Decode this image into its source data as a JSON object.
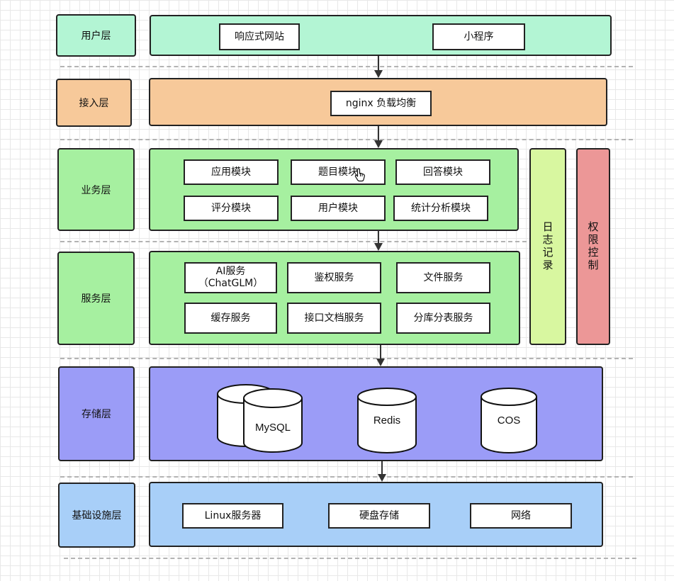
{
  "layers": {
    "user": {
      "label": "用户层",
      "items": [
        "响应式网站",
        "小程序"
      ]
    },
    "access": {
      "label": "接入层",
      "items": [
        "nginx 负载均衡"
      ]
    },
    "business": {
      "label": "业务层",
      "items": [
        "应用模块",
        "题目模块",
        "回答模块",
        "评分模块",
        "用户模块",
        "统计分析模块"
      ]
    },
    "service": {
      "label": "服务层",
      "items": [
        "AI服务\n（ChatGLM）",
        "鉴权服务",
        "文件服务",
        "缓存服务",
        "接口文档服务",
        "分库分表服务"
      ]
    },
    "storage": {
      "label": "存储层",
      "items": [
        "MySQL",
        "Redis",
        "COS"
      ]
    },
    "infra": {
      "label": "基础设施层",
      "items": [
        "Linux服务器",
        "硬盘存储",
        "网络"
      ]
    }
  },
  "side": {
    "log": "日志记录",
    "auth": "权限控制"
  },
  "colors": {
    "user": "#b3f5d4",
    "access": "#f7c99a",
    "business": "#a6f0a0",
    "service": "#a6f0a0",
    "storage": "#9b9cf7",
    "infra": "#a8cff8",
    "log": "#d8f7a0",
    "auth": "#ec9797"
  }
}
